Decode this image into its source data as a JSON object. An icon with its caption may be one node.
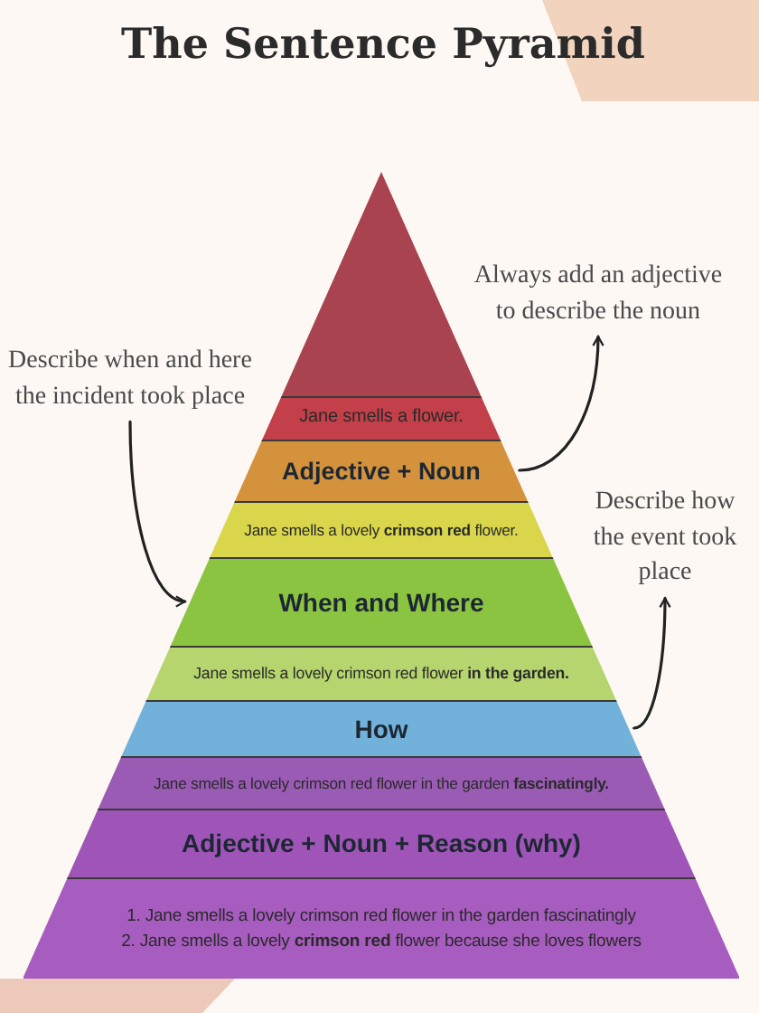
{
  "diagram": {
    "title": "The Sentence Pyramid",
    "nodes": [
      {
        "text": [],
        "shape": "triangle"
      },
      {
        "text": [
          "Always add an adjective to describe the noun"
        ]
      },
      {
        "text": [
          "Describe when and here the incident took place"
        ]
      },
      {
        "text": [
          "Jane smells a flower."
        ]
      },
      {
        "text": [
          "Adjective + Noun"
        ]
      },
      {
        "text": [
          "Jane smells a lovely **crimson red** flower."
        ]
      },
      {
        "text": [
          "Describe how the event took place"
        ]
      },
      {
        "text": [
          "When and Where"
        ]
      },
      {
        "text": [
          "Jane smells a lovely crimson red flower **in the garden.**"
        ]
      },
      {
        "text": [
          "How"
        ]
      },
      {
        "text": [
          "Jane smells a lovely crimson red flower in the garden **fascinatingly.**"
        ]
      },
      {
        "text": [
          "Adjective + Noun + Reason (why)"
        ]
      },
      {
        "text": [
          "1. Jane smells a lovely crimson red flower in the garden fascinatingly",
          "2. Jane smells a lovely **crimson red** flower because she loves flowers"
        ]
      }
    ],
    "edges": [
      {
        "from": 4,
        "to": 1,
        "arrow": "to"
      },
      {
        "from": 2,
        "to": 7,
        "arrow": "to"
      },
      {
        "from": 9,
        "to": 6,
        "arrow": "to"
      }
    ]
  }
}
